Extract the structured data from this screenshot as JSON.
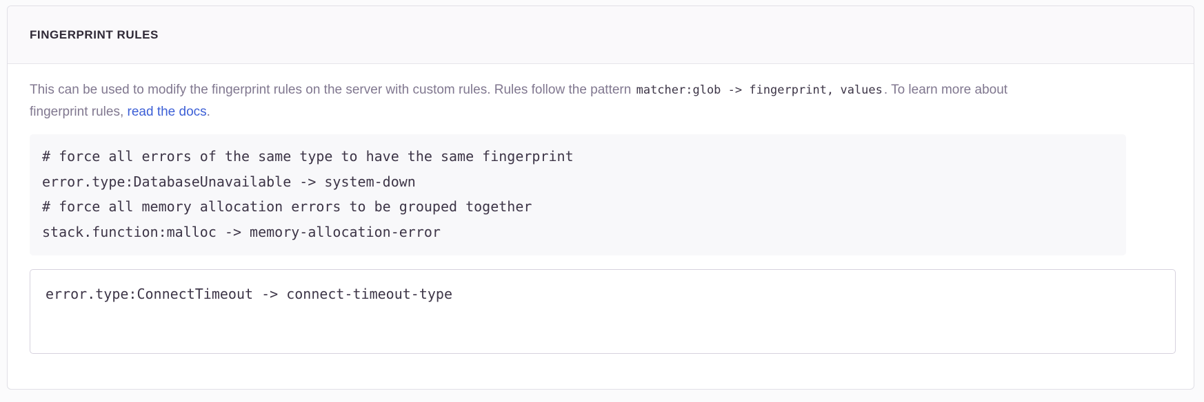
{
  "panel": {
    "header_title": "FINGERPRINT RULES",
    "description": {
      "part1": "This can be used to modify the fingerprint rules on the server with custom rules. Rules follow the pattern ",
      "code1": "matcher:glob -> fingerprint,",
      "code2": "values",
      "part2": ". To learn more about fingerprint rules, ",
      "link_text": "read the docs",
      "part3": "."
    },
    "code_example": {
      "lines": [
        "# force all errors of the same type to have the same fingerprint",
        "error.type:DatabaseUnavailable -> system-down",
        "# force all memory allocation errors to be grouped together",
        "stack.function:malloc -> memory-allocation-error"
      ]
    },
    "rules_input": {
      "value": "error.type:ConnectTimeout -> connect-timeout-type",
      "placeholder": ""
    }
  },
  "colors": {
    "page_background": "#fbfbfc",
    "panel_background": "#ffffff",
    "panel_border": "#e0dfe6",
    "header_background": "#faf9fb",
    "title_text": "#2f2936",
    "body_text": "#80778f",
    "code_text": "#3d3547",
    "code_block_background": "#f8f8fa",
    "link": "#3c5fd6",
    "input_border": "#d6d2de"
  }
}
